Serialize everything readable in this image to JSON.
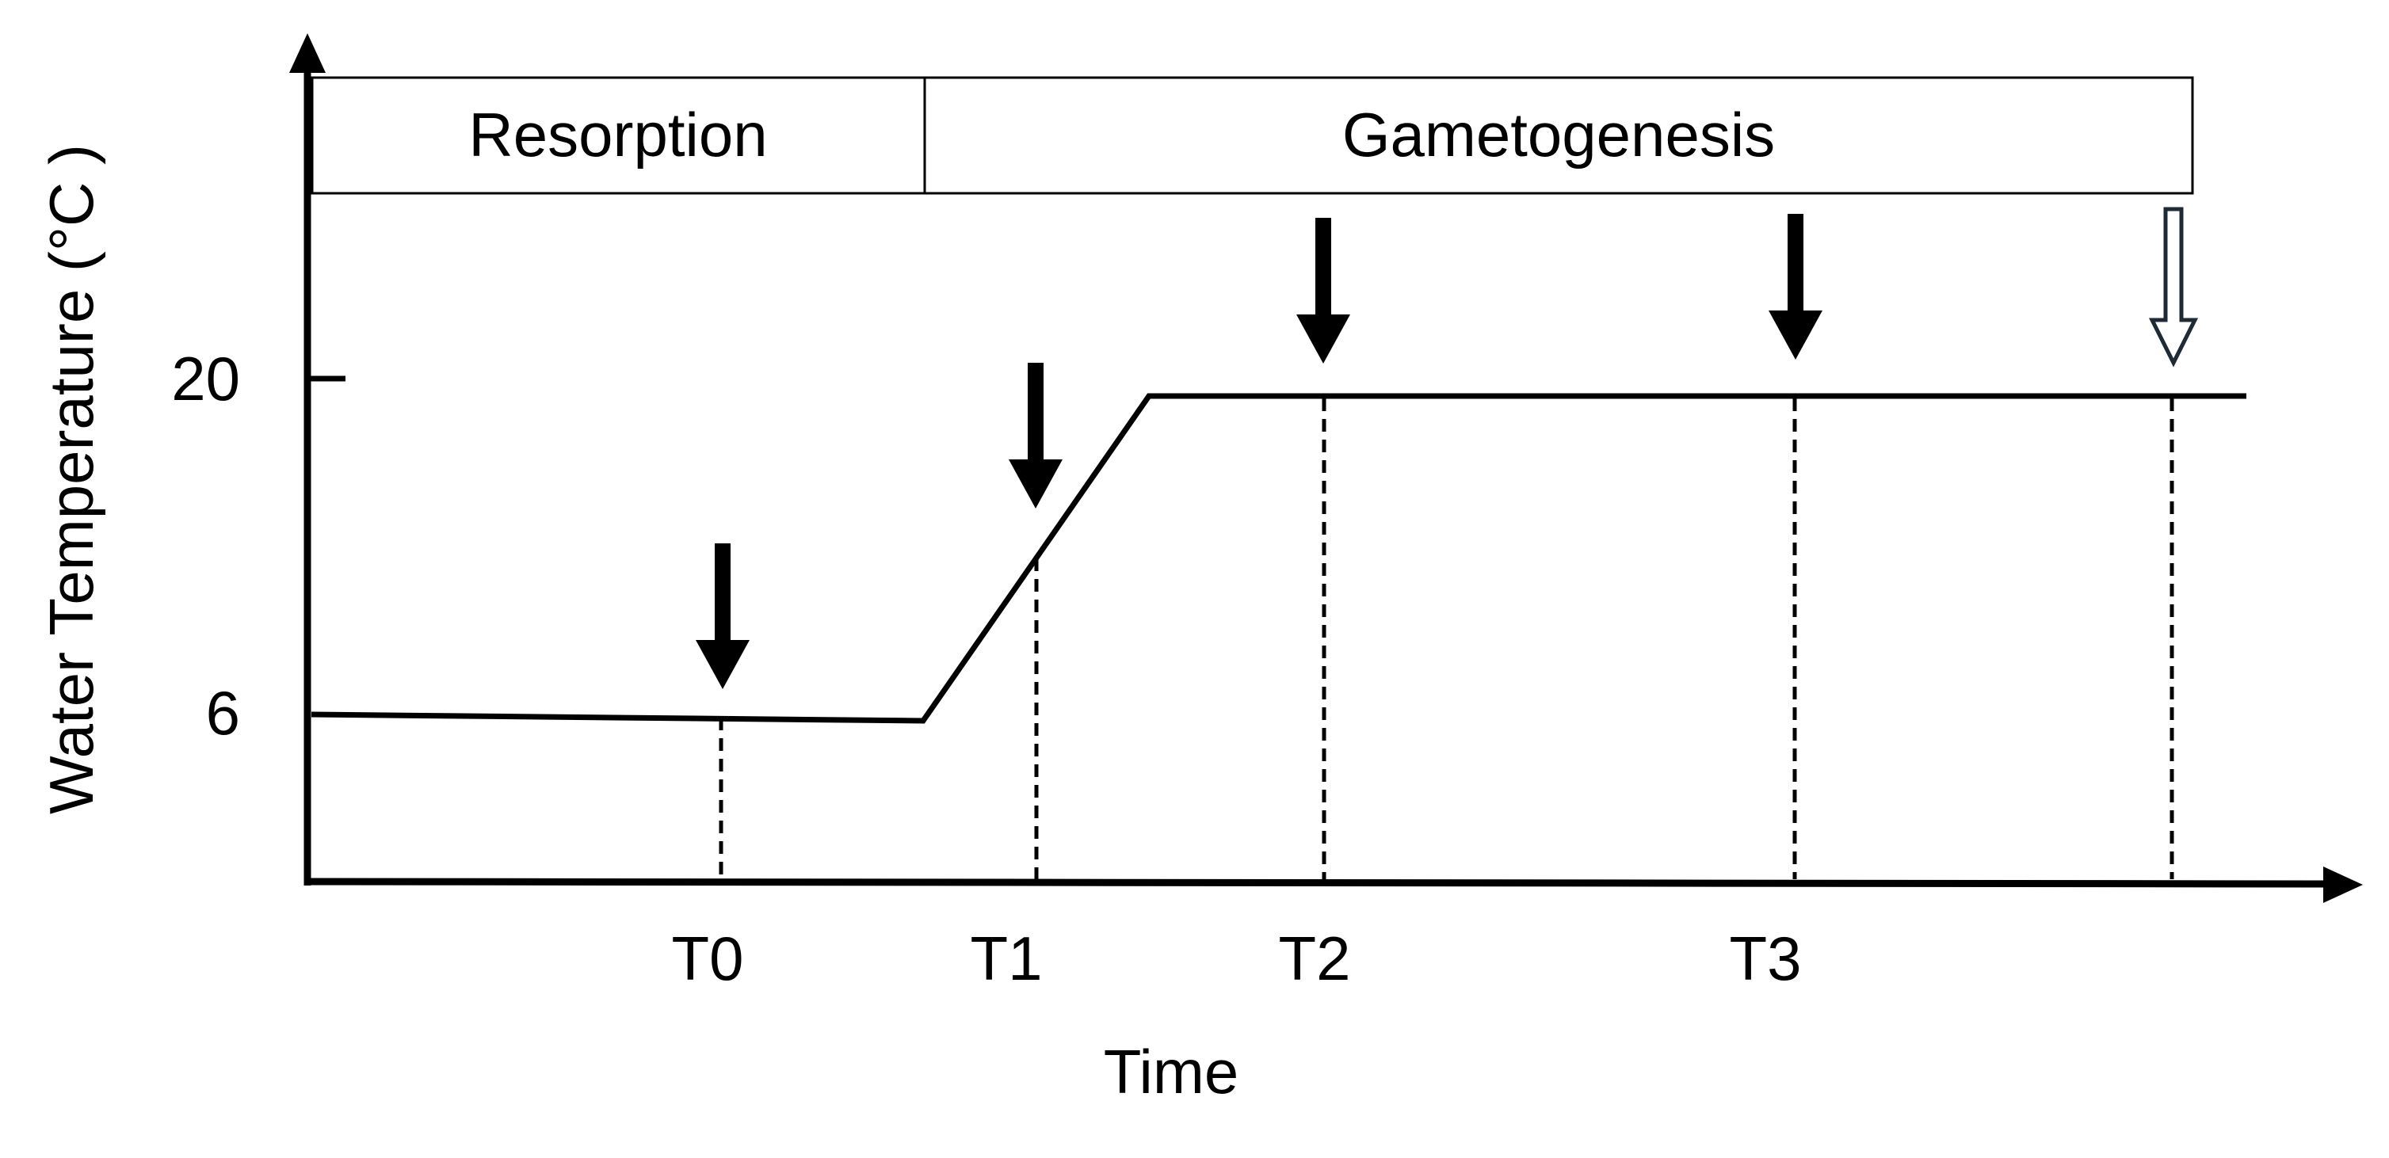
{
  "y_axis": {
    "title": "Water Temperature (°C )",
    "ticks": [
      "20",
      "6"
    ]
  },
  "x_axis": {
    "title": "Time",
    "ticks": [
      "T0",
      "T1",
      "T2",
      "T3"
    ]
  },
  "phases": [
    {
      "label": "Resorption"
    },
    {
      "label": "Gametogenesis"
    }
  ],
  "sampling_markers": [
    {
      "name": "T0",
      "style": "solid"
    },
    {
      "name": "T1",
      "style": "solid"
    },
    {
      "name": "T2",
      "style": "solid"
    },
    {
      "name": "T3",
      "style": "solid"
    },
    {
      "name": "",
      "style": "hollow"
    }
  ],
  "colors": {
    "line": "#000000",
    "hollow_arrow_stroke": "#1e2a35",
    "background": "#ffffff"
  }
}
